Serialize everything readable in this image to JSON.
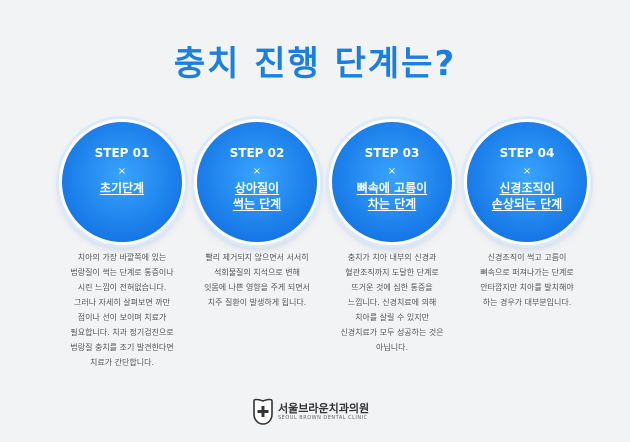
{
  "title": "충치 진행 단계는?",
  "steps": [
    {
      "label": "STEP 01",
      "sep": "×",
      "name": "초기단계",
      "description": "치아의 가장 바깥쪽에 있는\n법랑질이 썩는 단계로 통증이나\n시린 느낌이 전혀없습니다.\n그러나 자세히 살펴보면 까만\n점이나 선이 보이며 치료가\n필요합니다. 치과 정기검진으로\n법랑질 충치를 조기 발견한다면\n치료가 간단합니다."
    },
    {
      "label": "STEP 02",
      "sep": "×",
      "name": "상아질이\n썩는 단계",
      "description": "빨리 제거되지 않으면서 서서히\n석회물질의 치석으로 변해\n잇몸에 나쁜 영향을 주게 되면서\n치주 질환이 발생하게 됩니다."
    },
    {
      "label": "STEP 03",
      "sep": "×",
      "name": "뼈속에 고름이\n차는 단계",
      "description": "충치가 치아 내부의 신경과\n혈관조직까지 도달한 단계로\n뜨거운 것에 심한 통증을\n느낍니다. 신경치료에 의해\n치아를 살릴 수 있지만\n신경치료가 모두 성공하는 것은\n아닙니다."
    },
    {
      "label": "STEP 04",
      "sep": "×",
      "name": "신경조직이\n손상되는 단계",
      "description": "신경조직이 썩고 고름이\n뼈속으로 퍼져나가는 단계로\n안타깝지만 치아를 발치해야\n하는 경우가 대부분입니다."
    }
  ],
  "logo": {
    "name": "서울브라운치과의원",
    "sub": "SEOUL BROWN DENTAL CLINIC",
    "icon": "tooth-cross-logo-icon"
  },
  "colors": {
    "accent": "#1a7fe0",
    "circle": "#1677e6",
    "background": "#f2f3f5",
    "text": "#555555"
  }
}
